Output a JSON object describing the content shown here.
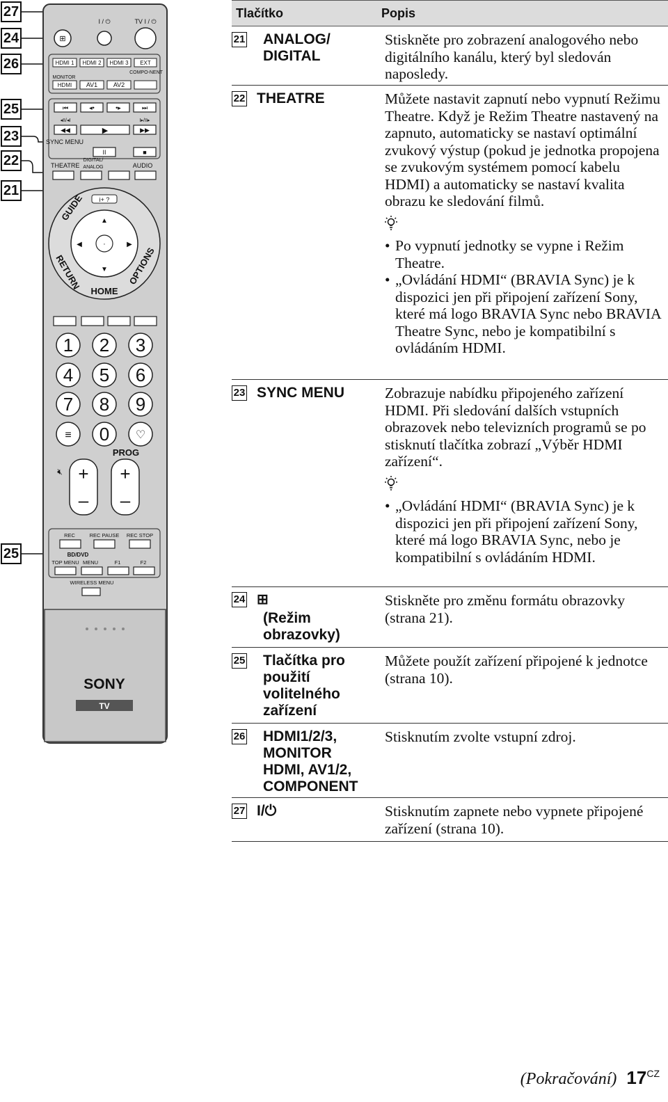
{
  "callouts": [
    "27",
    "24",
    "26",
    "25",
    "23",
    "22",
    "21",
    "25"
  ],
  "remote": {
    "power_label": "I / ⏻",
    "tv_power_label": "TV I / ⏻",
    "hdmi1": "HDMI 1",
    "hdmi2": "HDMI 2",
    "hdmi3": "HDMI 3",
    "ext": "EXT",
    "component": "COMPO-NENT",
    "monitor": "MONITOR",
    "monitor_hdmi": "HDMI",
    "av1": "AV1",
    "av2": "AV2",
    "sync_menu": "SYNC MENU",
    "theatre": "THEATRE",
    "digital_analog": "DIGITAL/ ANALOG",
    "audio": "AUDIO",
    "guide": "GUIDE",
    "return": "RETURN",
    "home": "HOME",
    "options": "OPTIONS",
    "digits": [
      "1",
      "2",
      "3",
      "4",
      "5",
      "6",
      "7",
      "8",
      "9",
      "0"
    ],
    "prog": "PROG",
    "rec": "REC",
    "rec_pause": "REC PAUSE",
    "rec_stop": "REC STOP",
    "bd_dvd": "BD/DVD",
    "top_menu": "TOP MENU",
    "menu": "MENU",
    "f1": "F1",
    "f2": "F2",
    "wireless_menu": "WIRELESS MENU",
    "brand": "SONY",
    "tv_badge": "TV"
  },
  "table": {
    "header_key": "Tlačítko",
    "header_desc": "Popis",
    "rows": [
      {
        "num": "21",
        "key": "ANALOG/ DIGITAL",
        "desc": "Stiskněte pro zobrazení analogového nebo digitálního kanálu, který byl sledován naposledy."
      },
      {
        "num": "22",
        "key": "THEATRE",
        "desc": "Můžete nastavit zapnutí nebo vypnutí Režimu Theatre. Když je Režim Theatre nastavený na zapnuto, automaticky se nastaví optimální zvukový výstup (pokud je jednotka propojena se zvukovým systémem pomocí kabelu HDMI) a automaticky se nastaví kvalita obrazu ke sledování filmů.",
        "tips": [
          "Po vypnutí jednotky se vypne i Režim Theatre.",
          "„Ovládání HDMI“ (BRAVIA Sync) je k dispozici jen při připojení zařízení Sony, které má logo BRAVIA Sync nebo BRAVIA Theatre Sync, nebo je kompatibilní s ovládáním HDMI."
        ]
      },
      {
        "num": "23",
        "key": "SYNC MENU",
        "desc": "Zobrazuje nabídku připojeného zařízení HDMI. Při sledování dalších vstupních obrazovek nebo televizních programů se po stisknutí tlačítka zobrazí „Výběr HDMI zařízení“.",
        "tips": [
          "„Ovládání HDMI“ (BRAVIA Sync) je k dispozici jen při připojení zařízení Sony, které má logo BRAVIA Sync, nebo je kompatibilní s ovládáním HDMI."
        ]
      },
      {
        "num": "24",
        "key": "(Režim obrazovky)",
        "desc": "Stiskněte pro změnu formátu obrazovky (strana 21)."
      },
      {
        "num": "25",
        "key": "Tlačítka pro použití volitelného zařízení",
        "desc": "Můžete použít zařízení připojené k jednotce (strana 10)."
      },
      {
        "num": "26",
        "key": "HDMI1/2/3, MONITOR HDMI, AV1/2, COMPONENT",
        "desc": "Stisknutím zvolte vstupní zdroj."
      },
      {
        "num": "27",
        "key": "I/⏻",
        "desc": "Stisknutím zapnete nebo vypnete připojené zařízení (strana 10)."
      }
    ]
  },
  "footer": {
    "continued": "(Pokračování)",
    "page": "17",
    "lang": "CZ"
  }
}
